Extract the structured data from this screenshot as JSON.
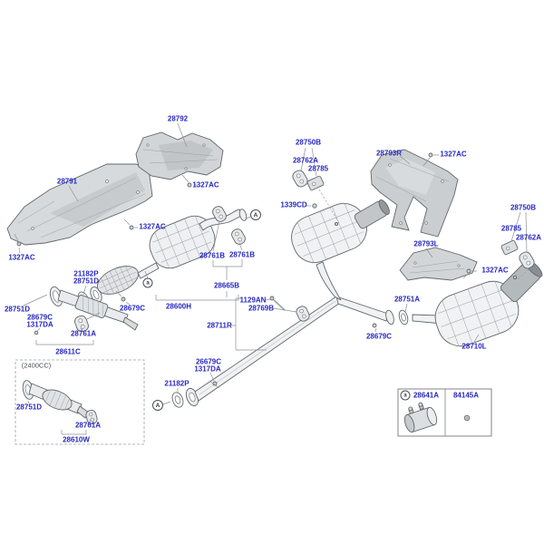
{
  "diagram": {
    "title_hint": "exhaust-system-parts-diagram",
    "colors": {
      "callout": "#2727c2",
      "leader": "#8d9296",
      "part_stroke": "#62676b",
      "part_fill": "#dcdfe1"
    },
    "callouts": [
      {
        "id": "28792",
        "text": "28792"
      },
      {
        "id": "28791",
        "text": "28791"
      },
      {
        "id": "1327AC-1",
        "text": "1327AC"
      },
      {
        "id": "1327AC-2",
        "text": "1327AC"
      },
      {
        "id": "1327AC-3",
        "text": "1327AC"
      },
      {
        "id": "28750B-L",
        "text": "28750B"
      },
      {
        "id": "28762A-L",
        "text": "28762A"
      },
      {
        "id": "28785-L",
        "text": "28785"
      },
      {
        "id": "1339CD",
        "text": "1339CD"
      },
      {
        "id": "28793R",
        "text": "28793R"
      },
      {
        "id": "1327AC-4",
        "text": "1327AC"
      },
      {
        "id": "28750B-R",
        "text": "28750B"
      },
      {
        "id": "28785-R",
        "text": "28785"
      },
      {
        "id": "28762A-R",
        "text": "28762A"
      },
      {
        "id": "28793L",
        "text": "28793L"
      },
      {
        "id": "1327AC-5",
        "text": "1327AC"
      },
      {
        "id": "28761B-1",
        "text": "28761B"
      },
      {
        "id": "28761B-2",
        "text": "28761B"
      },
      {
        "id": "28665B",
        "text": "28665B"
      },
      {
        "id": "21182P-1",
        "text": "21182P"
      },
      {
        "id": "28751D-1",
        "text": "28751D"
      },
      {
        "id": "28751D-2",
        "text": "28751D"
      },
      {
        "id": "28679C-1",
        "text": "28679C"
      },
      {
        "id": "1317DA-1",
        "text": "1317DA"
      },
      {
        "id": "28679C-2",
        "text": "28679C"
      },
      {
        "id": "28600H",
        "text": "28600H"
      },
      {
        "id": "28761A-1",
        "text": "28761A"
      },
      {
        "id": "28611C",
        "text": "28611C"
      },
      {
        "id": "28751D-3",
        "text": "28751D"
      },
      {
        "id": "28761A-2",
        "text": "28761A"
      },
      {
        "id": "28610W",
        "text": "28610W"
      },
      {
        "id": "1129AN",
        "text": "1129AN"
      },
      {
        "id": "28769B",
        "text": "28769B"
      },
      {
        "id": "28711R",
        "text": "28711R"
      },
      {
        "id": "26679C",
        "text": "26679C"
      },
      {
        "id": "1317DA-2",
        "text": "1317DA"
      },
      {
        "id": "21182P-2",
        "text": "21182P"
      },
      {
        "id": "28751A",
        "text": "28751A"
      },
      {
        "id": "28679C-3",
        "text": "28679C"
      },
      {
        "id": "28710L",
        "text": "28710L"
      }
    ],
    "markers": {
      "connector_label": "A",
      "clamp_label": "a"
    },
    "variant_box_label": "(2400CC)",
    "legend": {
      "marker": "a",
      "left_part": "28641A",
      "right_part": "84145A"
    }
  }
}
